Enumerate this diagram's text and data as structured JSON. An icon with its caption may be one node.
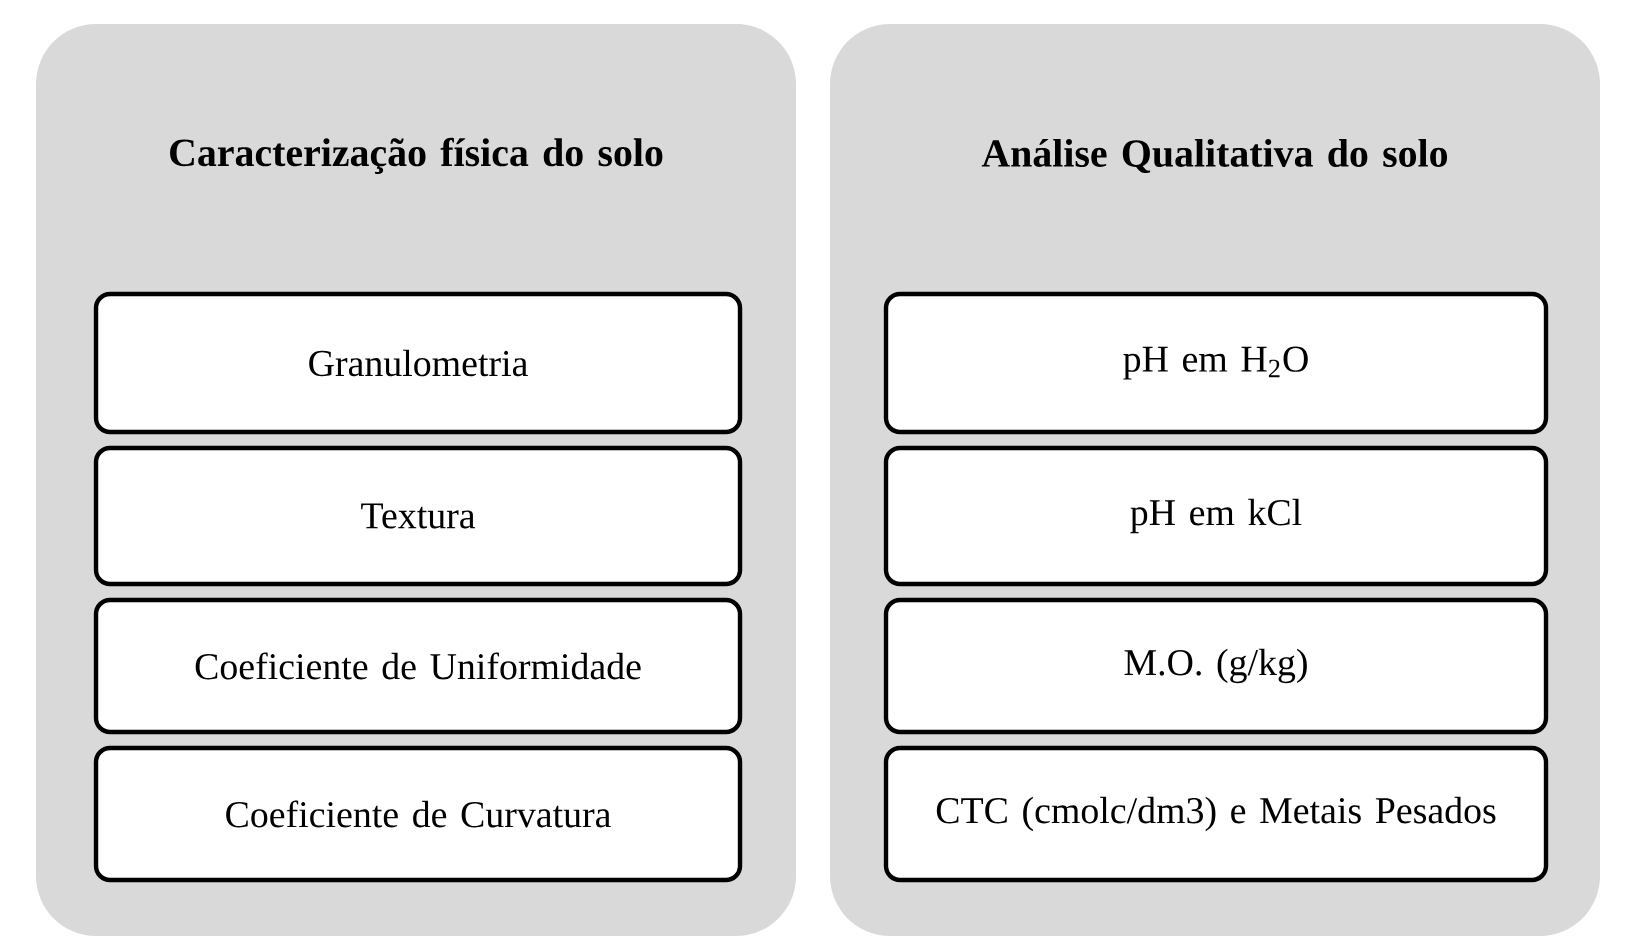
{
  "diagram": {
    "nodes": [
      {
        "text": [
          "Caracterização física do solo"
        ]
      },
      {
        "text": [
          "Granulometria"
        ],
        "in": 0
      },
      {
        "text": [
          "Textura"
        ],
        "in": 0
      },
      {
        "text": [
          "Coeficiente de Uniformidade"
        ],
        "in": 0
      },
      {
        "text": [
          "Coeficiente de Curvatura"
        ],
        "in": 0
      },
      {
        "text": [
          "Análise Qualitativa do solo"
        ]
      },
      {
        "text": [
          "pH em H$_{2}$O"
        ],
        "in": 5
      },
      {
        "text": [
          "pH em kCl"
        ],
        "in": 5
      },
      {
        "text": [
          "M.O. (g/kg)"
        ],
        "in": 5
      },
      {
        "text": [
          "CTC (cmolc/dm3) e Metais Pesados"
        ],
        "in": 5
      }
    ]
  }
}
